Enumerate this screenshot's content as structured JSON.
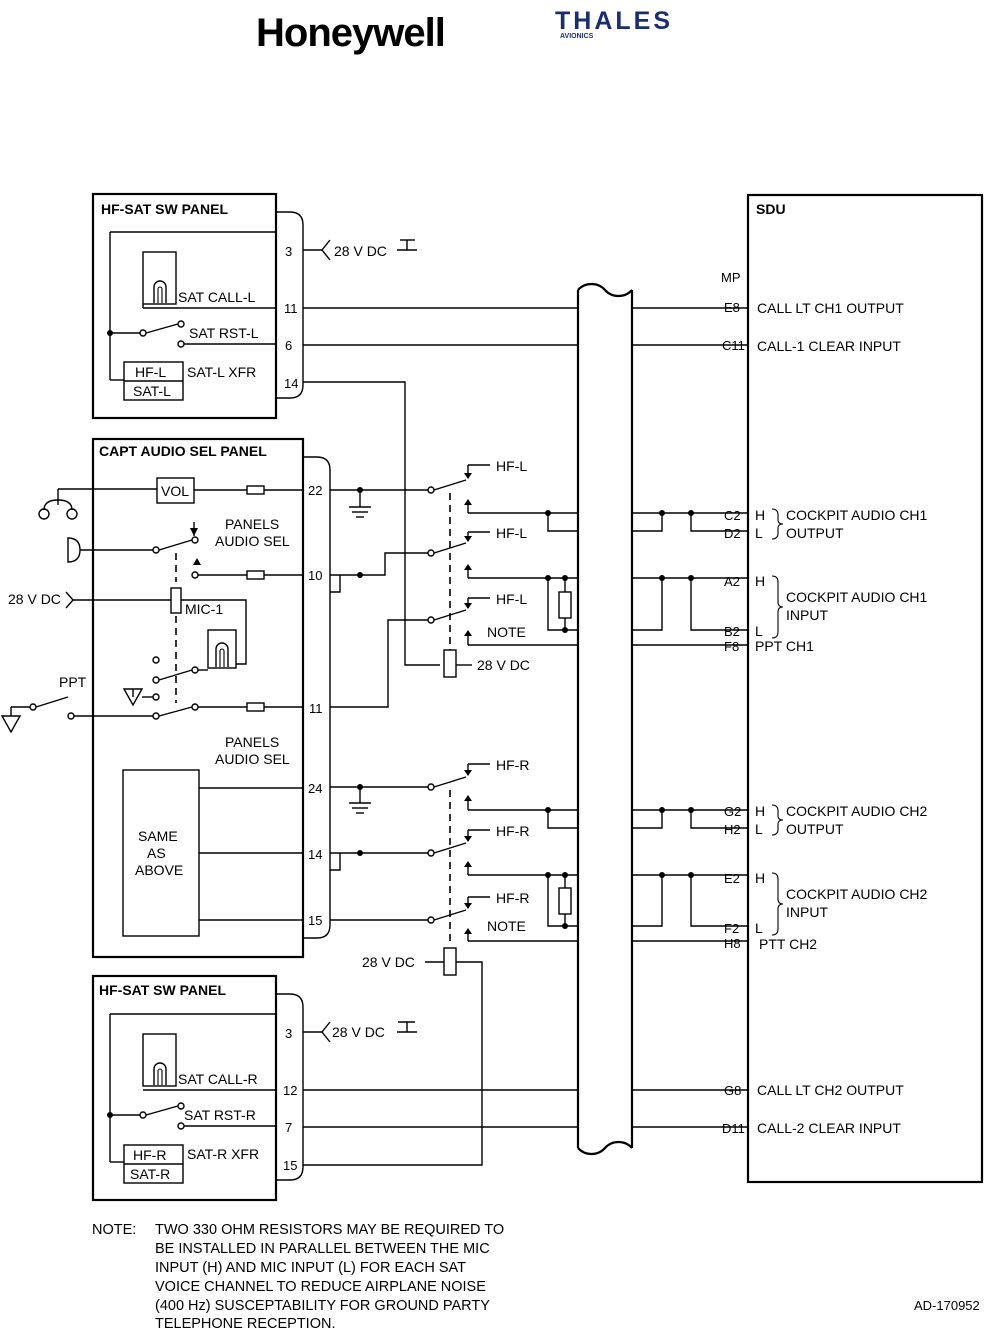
{
  "logos": {
    "honeywell": "Honeywell",
    "thales": "THALES",
    "thales_sub": "AVIONICS"
  },
  "hfsat_left": {
    "title": "HF-SAT SW PANEL",
    "pins": [
      "3",
      "11",
      "6",
      "14"
    ],
    "supply": "28 V DC",
    "call_light": "SAT CALL-L",
    "reset": "SAT RST-L",
    "xfr_top": "HF-L",
    "xfr_bottom": "SAT-L",
    "xfr_label": "SAT-L XFR"
  },
  "capt": {
    "title": "CAPT AUDIO SEL PANEL",
    "pins": [
      "22",
      "10",
      "11",
      "24",
      "14",
      "15"
    ],
    "vol": "VOL",
    "panels": "PANELS",
    "audio_sel": "AUDIO SEL",
    "supply": "28 V DC",
    "mic": "MIC-1",
    "ppt": "PPT",
    "same": "SAME",
    "as": "AS",
    "above": "ABOVE"
  },
  "relays": {
    "hf_l": "HF-L",
    "hf_r": "HF-R",
    "note": "NOTE",
    "supply": "28 V DC"
  },
  "hfsat_right": {
    "title": "HF-SAT SW PANEL",
    "pins": [
      "3",
      "12",
      "7",
      "15"
    ],
    "supply": "28 V DC",
    "call_light": "SAT CALL-R",
    "reset": "SAT RST-R",
    "xfr_top": "HF-R",
    "xfr_bottom": "SAT-R",
    "xfr_label": "SAT-R XFR"
  },
  "sdu": {
    "title": "SDU",
    "mp": "MP",
    "pins": [
      "E8",
      "C11",
      "C2",
      "D2",
      "A2",
      "B2",
      "F8",
      "G2",
      "H2",
      "E2",
      "F2",
      "H8",
      "G8",
      "D11"
    ],
    "call_lt_ch1": "CALL LT CH1 OUTPUT",
    "call1_clear": "CALL-1 CLEAR INPUT",
    "h": "H",
    "l": "L",
    "cockpit_ch1": "COCKPIT AUDIO CH1",
    "cockpit_ch2": "COCKPIT AUDIO CH2",
    "output": "OUTPUT",
    "input": "INPUT",
    "ppt_ch1": "PPT CH1",
    "ptt_ch2": "PTT CH2",
    "call_lt_ch2": "CALL LT CH2 OUTPUT",
    "call2_clear": "CALL-2 CLEAR INPUT"
  },
  "note": {
    "label": "NOTE:",
    "lines": [
      "TWO 330 OHM RESISTORS MAY BE REQUIRED TO",
      "BE INSTALLED IN PARALLEL BETWEEN THE MIC",
      "INPUT (H) AND MIC INPUT (L) FOR EACH SAT",
      "VOICE CHANNEL TO REDUCE AIRPLANE NOISE",
      "(400 Hz) SUSCEPTABILITY FOR GROUND PARTY",
      "TELEPHONE RECEPTION."
    ]
  },
  "figure_id": "AD-170952"
}
